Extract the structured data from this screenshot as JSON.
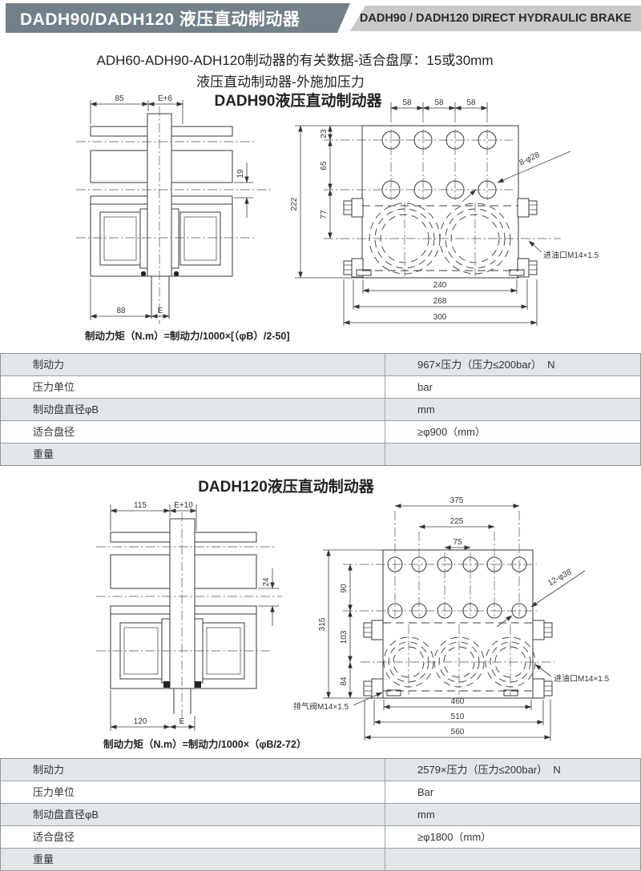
{
  "colors": {
    "header_dark": "#72808a",
    "header_light": "#c8c9ca",
    "table_row_alt": "#e2e6e9",
    "line_color": "#3a3a3a"
  },
  "header": {
    "title_zh": "DADH90/DADH120 液压直动制动器",
    "title_en": "DADH90 / DADH120 DIRECT HYDRAULIC BRAKE"
  },
  "intro": {
    "line1": "ADH60-ADH90-ADH120制动器的有关数据-适合盘厚：15或30mm",
    "line2": "液压直动制动器-外施加压力"
  },
  "sections": [
    {
      "title": "DADH90液压直动制动器",
      "formula": "制动力矩（N.m）=制动力/1000×[（φB）/2-50]",
      "side_view": {
        "top_width": "85",
        "disc_width": "E+6",
        "gap": "19",
        "bottom_width": "88",
        "shaft": "E"
      },
      "front_view": {
        "pitch": [
          "58",
          "58",
          "58"
        ],
        "vertical": [
          "23",
          "65",
          "77"
        ],
        "overall_height": "222",
        "widths": [
          "240",
          "268",
          "300"
        ],
        "holes": "8-φ28",
        "inlet": "进油口M14×1.5"
      },
      "table": [
        {
          "label": "制动力",
          "value": "967×压力（压力≤200bar）  N"
        },
        {
          "label": "压力单位",
          "value": "bar"
        },
        {
          "label": "制动盘直径φB",
          "value": "mm"
        },
        {
          "label": "适合盘径",
          "value": "≥φ900（mm）"
        },
        {
          "label": "重量",
          "value": ""
        }
      ]
    },
    {
      "title": "DADH120液压直动制动器",
      "formula": "制动力矩（N.m）=制动力/1000×（φB/2-72）",
      "side_view": {
        "top_width": "115",
        "disc_width": "E+10",
        "gap": "24",
        "bottom_width": "120",
        "shaft": "E"
      },
      "front_view": {
        "pitch": [
          "375",
          "225",
          "75"
        ],
        "vertical": [
          "90",
          "103",
          "84"
        ],
        "overall_height": "315",
        "widths": [
          "460",
          "510",
          "560"
        ],
        "holes": "12-φ38",
        "inlet": "进油口M14×1.5",
        "vent": "排气阀M14×1.5"
      },
      "table": [
        {
          "label": "制动力",
          "value": "2579×压力（压力≤200bar）  N"
        },
        {
          "label": "压力单位",
          "value": "Bar"
        },
        {
          "label": "制动盘直径φB",
          "value": "mm"
        },
        {
          "label": "适合盘径",
          "value": "≥φ1800（mm）"
        },
        {
          "label": "重量",
          "value": ""
        }
      ]
    }
  ]
}
